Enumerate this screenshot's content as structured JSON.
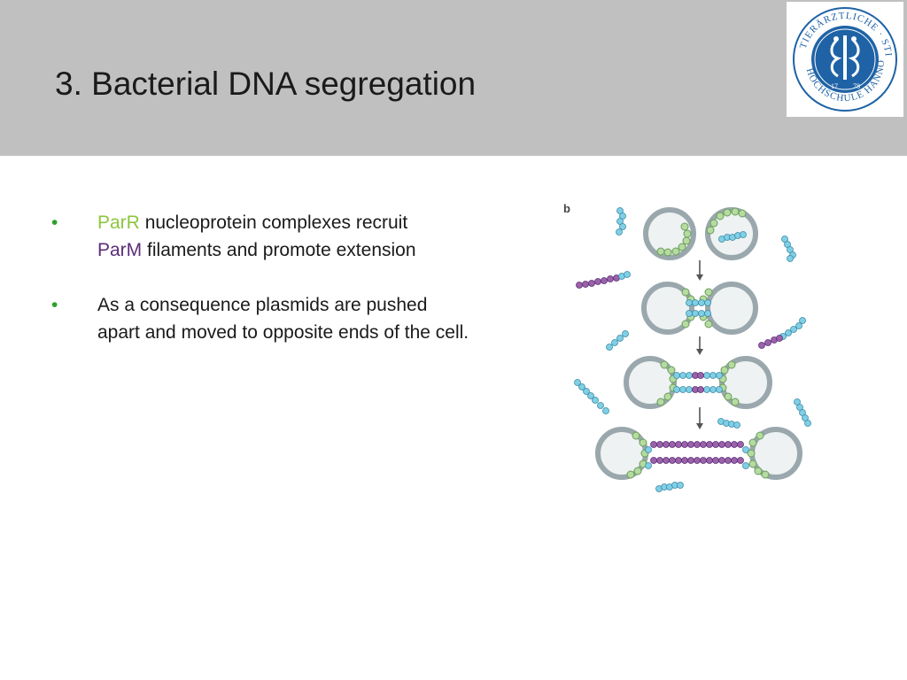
{
  "slide": {
    "title": "3. Bacterial DNA segregation",
    "bullets": [
      {
        "marker": "•",
        "line1_highlight": "ParR",
        "line1_rest": " nucleoprotein complexes recruit",
        "line2_highlight": "ParM",
        "line2_rest": " filaments and promote extension"
      },
      {
        "marker": "•",
        "text": "As a consequence plasmids are pushed apart and moved to opposite ends of the cell."
      }
    ]
  },
  "figure": {
    "panel_label": "b"
  },
  "logo": {
    "ring_text_top": "STIFTUNG",
    "ring_text_left": "TIERÄRZTLICHE",
    "ring_text_bottom": "HOCHSCHULE HANNOVER",
    "year_left": "17",
    "year_right": "78"
  },
  "colors": {
    "header_bg": "#c0c0c0",
    "bullet_marker": "#2aa12a",
    "parR": "#8dc63f",
    "parM": "#5c2d7a",
    "logo_blue": "#1f63a6",
    "plasmid_ring": "#9aa8ad",
    "parR_bead": "#b5dba0",
    "parM_bead_blue": "#7fcfe6",
    "parM_bead_purple": "#9a62a8"
  }
}
